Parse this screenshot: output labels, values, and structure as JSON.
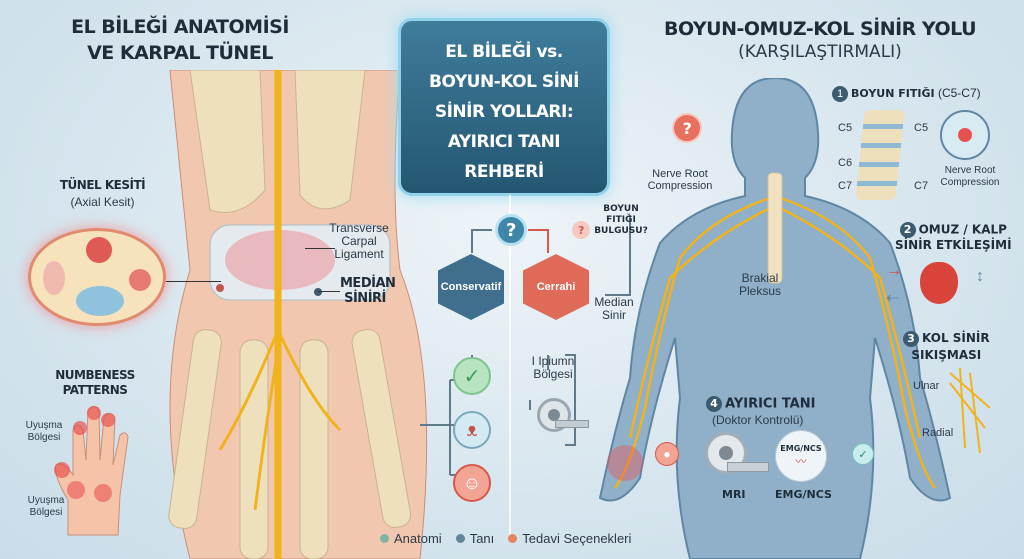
{
  "left": {
    "title_line1": "EL BİLEĞİ ANATOMİSİ",
    "title_line2": "VE KARPAL TÜNEL",
    "tunnel_title": "TÜNEL KESİTİ",
    "tunnel_subtitle": "(Axial Kesit)",
    "ligament_label": "Transverse Carpal Ligament",
    "median_label_line1": "MEDİAN",
    "median_label_line2": "SİNİRİ",
    "numbness_title_line1": "NUMBENESS",
    "numbness_title_line2": "PATTERNS",
    "numb_zone_1": "Uyuşma Bölgesi",
    "numb_zone_2": "Uyuşma Bölgesi"
  },
  "center": {
    "title_lines": [
      "EL BİLEĞİ vs.",
      "BOYUN-KOL SİNİ",
      "SİNİR YOLLARI:",
      "AYIRICI TANI",
      "REHBERİ"
    ],
    "question_icon": "?",
    "small_question": "?",
    "conservative_label": "Conservatif",
    "surgery_label": "Cerrahi",
    "neck_finding_label": "BOYUN FITIĞI BULGUSU?",
    "median_nerve_label": "Median Sinir",
    "region_label_line1": "I Ipiumn",
    "region_label_line2": "Bölgesi",
    "icons": [
      "check-icon",
      "dna-icon",
      "doctor-icon",
      "mri-scanner-icon"
    ]
  },
  "right": {
    "title": "BOYUN-OMUZ-KOL SİNİR YOLU",
    "subtitle": "(KARŞILAŞTIRMALI)",
    "nerve_root_label": "Nerve Root Compression",
    "brachial_label": "Brakial Pleksus",
    "section1": {
      "num": "1",
      "title": "BOYUN FITIĞI",
      "range": "(C5-C7)",
      "vertebrae_left": [
        "C5",
        "C6",
        "C7"
      ],
      "vertebrae_right": [
        "C5",
        "C7"
      ],
      "compression_label": "Nerve Root Compression"
    },
    "section2": {
      "num": "2",
      "title_line1": "OMUZ / KALP",
      "title_line2": "SİNİR ETKİLEŞİMİ"
    },
    "section3": {
      "num": "3",
      "title_line1": "KOL SİNİR",
      "title_line2": "SIKIŞMASI",
      "ulnar": "Ulnar",
      "radial": "Radial"
    },
    "section4": {
      "num": "4",
      "title": "AYIRICI TANI",
      "subtitle": "(Doktor Kontrolü)",
      "emg_badge": "EMG/NCS",
      "mri_label": "MRI",
      "emg_label": "EMG/NCS"
    }
  },
  "legend": [
    {
      "label": "Anatomi",
      "color": "#7fb3a6"
    },
    {
      "label": "Tanı",
      "color": "#5f8799"
    },
    {
      "label": "Tedavi Seçenekleri",
      "color": "#e8845c"
    }
  ]
}
